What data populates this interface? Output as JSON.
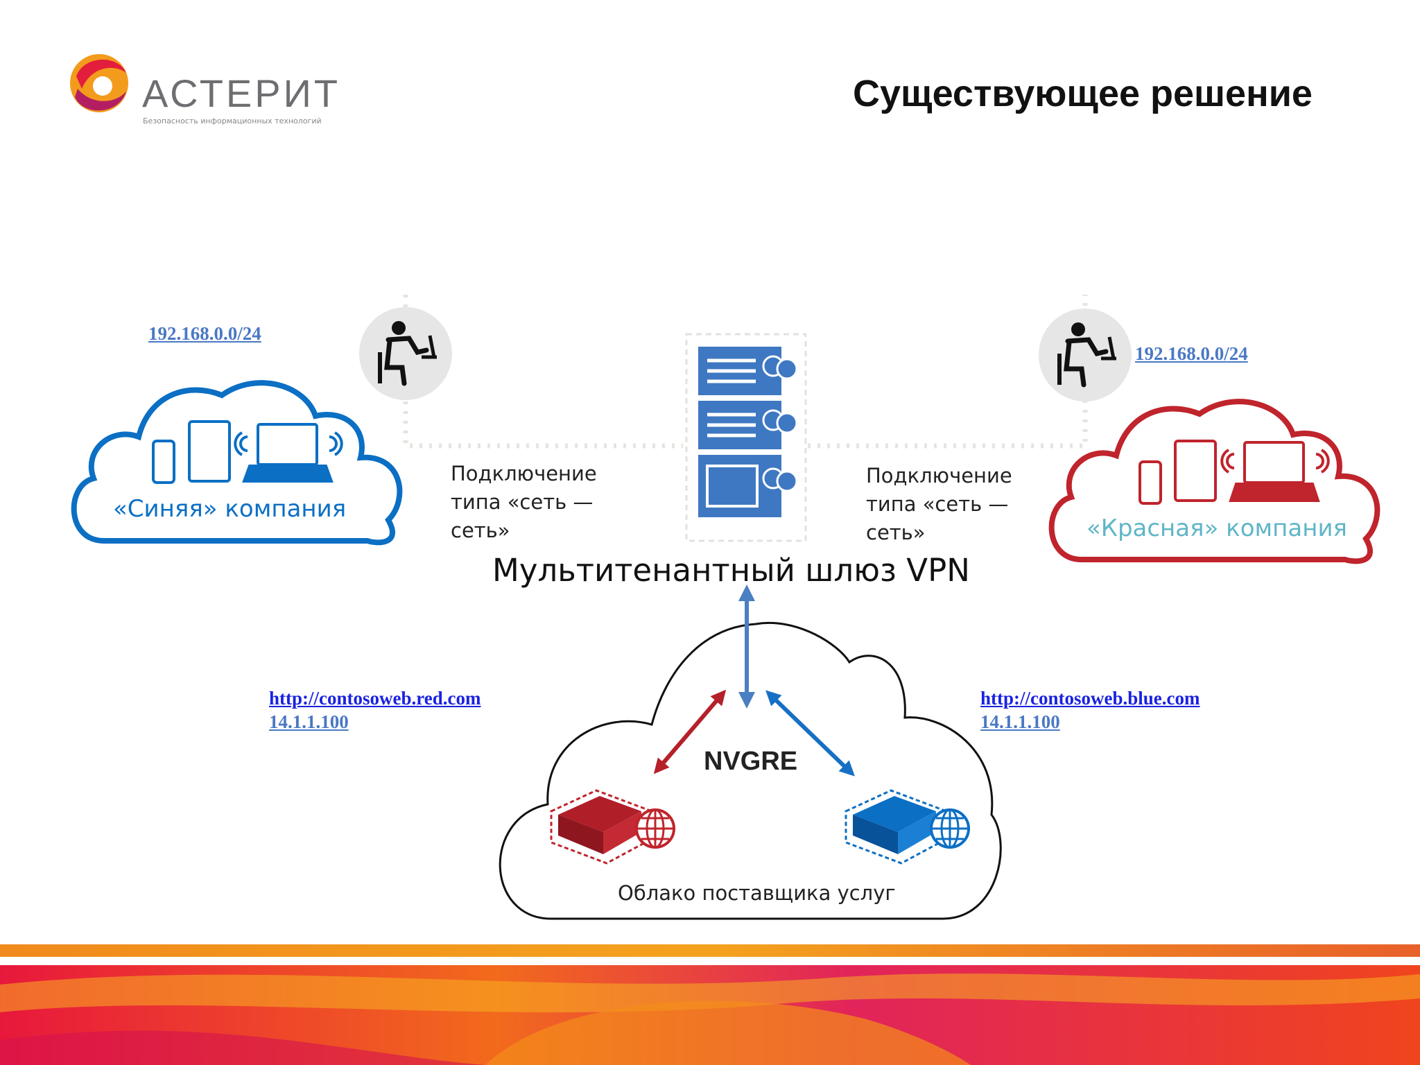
{
  "brand": {
    "name": "АСТЕРИТ",
    "tagline": "Безопасность информационных технологий"
  },
  "title": "Существующее решение",
  "blue_company": {
    "subnet": "192.168.0.0/24",
    "label": "«Синяя» компания",
    "color": "#0b6fc4"
  },
  "red_company": {
    "subnet": "192.168.0.0/24",
    "label": "«Красная» компания",
    "color": "#c0242c"
  },
  "connection_left": {
    "text": "Подключение типа «сеть — сеть»"
  },
  "connection_right": {
    "text": "Подключение типа «сеть — сеть»"
  },
  "gateway": {
    "label": "Мультитенантный шлюз VPN"
  },
  "provider_cloud": {
    "protocol": "NVGRE",
    "label": "Облако поставщика услуг"
  },
  "red_service": {
    "url": "http://contosoweb.red.com",
    "ip": "14.1.1.100"
  },
  "blue_service": {
    "url": "http://contosoweb.blue.com",
    "ip": "14.1.1.100"
  }
}
